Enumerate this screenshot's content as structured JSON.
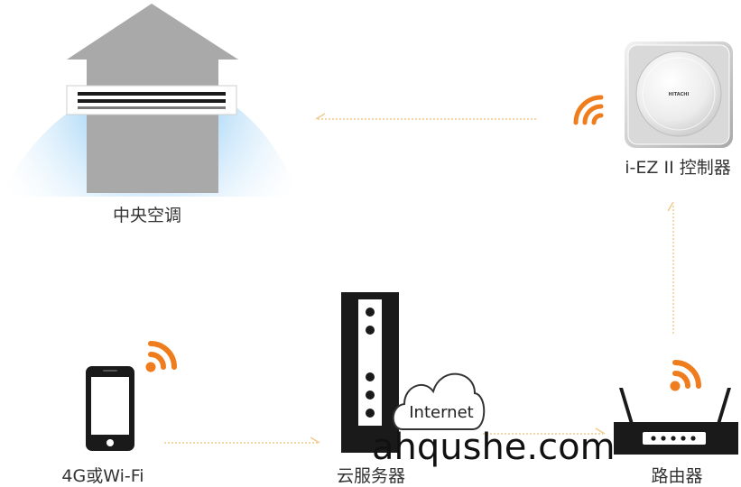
{
  "labels": {
    "ac": "中央空调",
    "controller": "i-EZ II 控制器",
    "phone": "4G或Wi-Fi",
    "server": "云服务器",
    "router": "路由器",
    "cloud": "Internet"
  },
  "controller_brand": "HITACHI",
  "watermark": "ahqushe.com",
  "colors": {
    "signal": "#ef7d1e",
    "flow_line": "#f0c98a",
    "house": "#a9a9a9",
    "device_dark": "#1a1a1a",
    "airflow": "#7fc0f0"
  }
}
